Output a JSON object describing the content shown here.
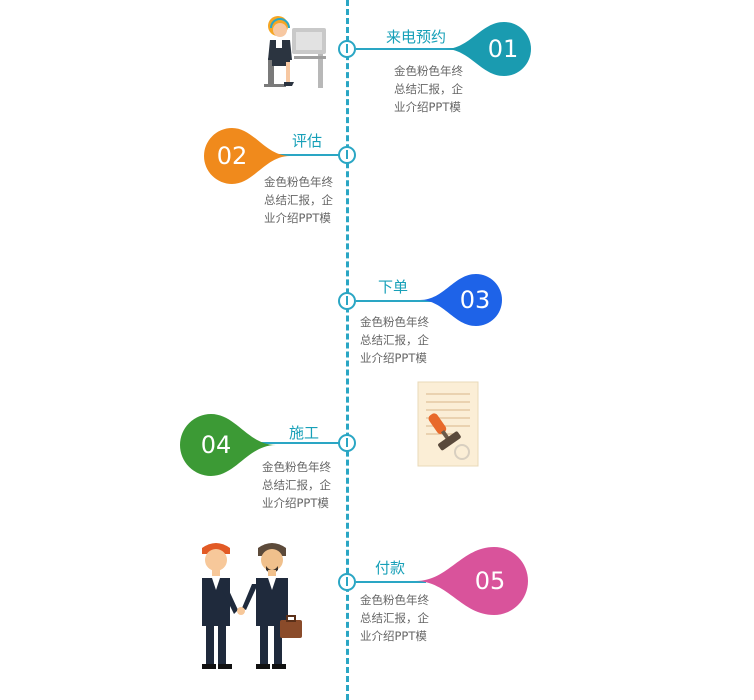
{
  "steps": [
    {
      "number": "01",
      "title": "来电预约",
      "description": "金色粉色年终总结汇报，企业介绍PPT模",
      "color": "#1a9bb0"
    },
    {
      "number": "02",
      "title": "评估",
      "description": "金色粉色年终总结汇报，企业介绍PPT模",
      "color": "#f08a1c"
    },
    {
      "number": "03",
      "title": "下单",
      "description": "金色粉色年终总结汇报，企业介绍PPT模",
      "color": "#1e63e8"
    },
    {
      "number": "04",
      "title": "施工",
      "description": "金色粉色年终总结汇报，企业介绍PPT模",
      "color": "#3c9a35"
    },
    {
      "number": "05",
      "title": "付款",
      "description": "金色粉色年终总结汇报，企业介绍PPT模",
      "color": "#d9539b"
    }
  ],
  "timeline_color": "#2aa6c4",
  "illustrations": [
    "call-center-agent",
    "stamp-document",
    "handshake-businessmen"
  ]
}
